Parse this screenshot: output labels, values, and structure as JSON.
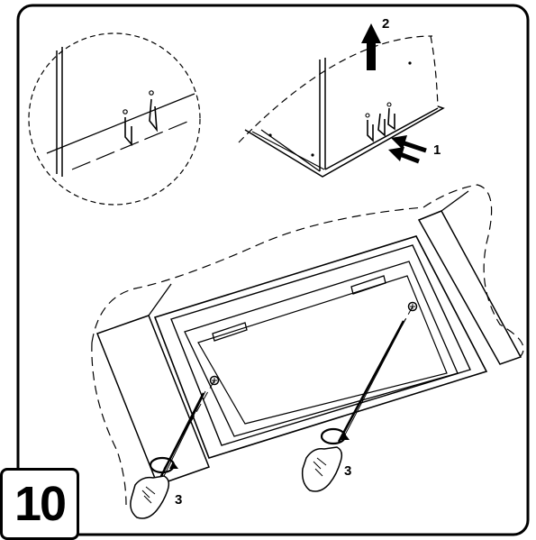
{
  "figure": {
    "step_number": "10",
    "callouts": {
      "arrow_up": "2",
      "arrow_in": "1",
      "screw_left": "3",
      "screw_right": "3"
    }
  },
  "colors": {
    "line": "#000000",
    "background": "#ffffff"
  },
  "icons": [
    "up-arrow-icon",
    "push-arrow-icon",
    "screwdriver-icon",
    "hand-icon",
    "rotation-arrow-icon",
    "screw-icon"
  ]
}
